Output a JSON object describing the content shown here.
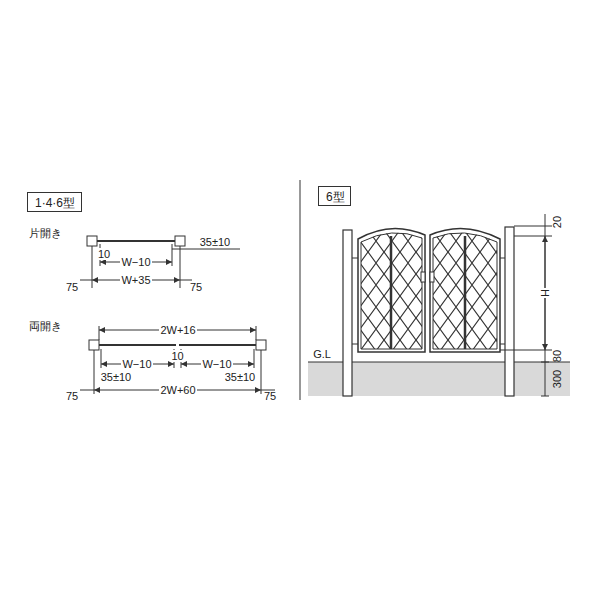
{
  "diagram": {
    "nodes": [
      {
        "text": [
          "1·4·6型"
        ]
      },
      {
        "text": [
          "6型"
        ]
      }
    ],
    "labels": [
      "片開き",
      "10",
      "W−10",
      "W+35",
      "35±10",
      "75",
      "75",
      "両開き",
      "2W+16",
      "W−10",
      "10",
      "W−10",
      "35±10",
      "2W+60",
      "35±10",
      "75",
      "75",
      "G.L",
      "20",
      "H",
      "80",
      "300"
    ]
  }
}
